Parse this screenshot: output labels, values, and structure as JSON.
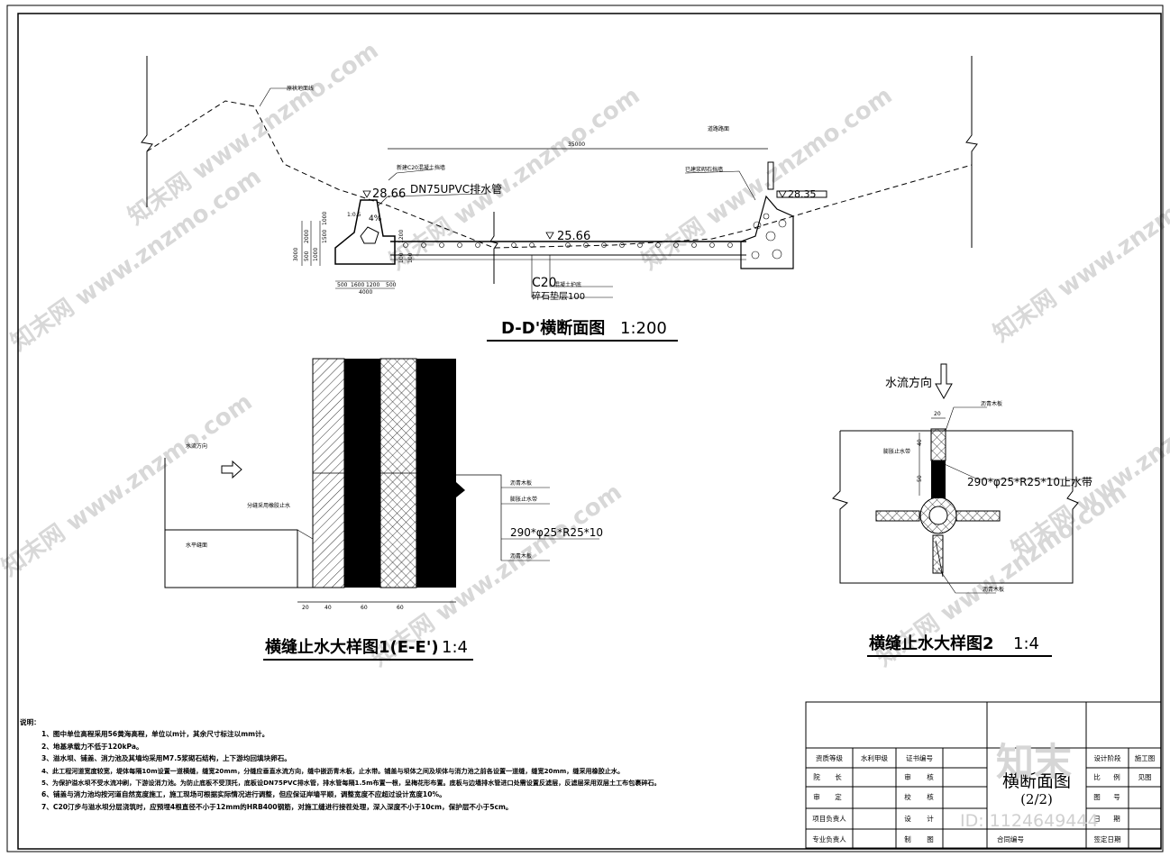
{
  "sheet": {
    "watermark_text": "知末网 www.znzmo.com",
    "id_text": "ID: 1124649444",
    "logo_text": "知末"
  },
  "section_dd": {
    "title": "D-D'横断面图",
    "scale": "1:200",
    "label_natural_ground": "原状地面线",
    "label_left_wall": "新建C20混凝土挡墙",
    "label_right_wall": "已建浆砌石挡墙",
    "label_road": "道路路面",
    "label_pipe": "DN75UPVC排水管",
    "label_slope": "1:0.5",
    "label_gradient": "4%",
    "elev_left": "28.66",
    "elev_bed": "25.66",
    "elev_right": "28.35",
    "dim_span": "35000",
    "label_c20": "C20",
    "label_c20_rest": "混凝土护底",
    "label_gravel": "碎石垫层100",
    "dims_vertical": [
      "3000",
      "2000",
      "1000",
      "500",
      "1500",
      "1000",
      "1200",
      "100",
      "100"
    ],
    "dims_bottom": [
      "500",
      "1600",
      "1200",
      "500",
      "4000"
    ]
  },
  "detail1": {
    "title": "横缝止水大样图1(E-E')",
    "scale": "1:4",
    "label_flow": "水流方向",
    "label_joint": "分缝采用橡胶止水",
    "label_horizontal": "水平缝面",
    "legend": [
      "沥青木板",
      "膨胀止水带",
      "290*φ25*R25*10",
      "沥青木板"
    ],
    "dims": [
      "20",
      "40",
      "60",
      "60"
    ]
  },
  "detail2": {
    "title": "横缝止水大样图2",
    "scale": "1:4",
    "label_flow": "水流方向",
    "label_top": "沥青木板",
    "label_left": "膨胀止水带",
    "label_mid": "290*φ25*R25*10止水带",
    "label_bottom": "沥青木板",
    "dims": [
      "20",
      "40",
      "50"
    ]
  },
  "notes": {
    "heading": "说明：",
    "items": [
      "1、图中单位高程采用56黄海高程，单位以m计，其余尺寸标注以mm计。",
      "2、地基承载力不低于120kPa。",
      "3、溢水坝、铺盖、消力池及其墙均采用M7.5浆砌石结构，上下游均回填块卵石。",
      "4、此工程河道宽度较宽，堤体每隔10m设置一道横缝，缝宽20mm，分缝应垂直水流方向，缝中嵌沥青木板，止水带。铺盖与坝体之间及坝体与消力池之前各设置一道缝，缝宽20mm，缝采用橡胶止水。",
      "5、为保护溢水坝不受水流冲刷，下游设消力池。为防止底板不受顶托，底板设DN75PVC排水管，排水管每隔1.5m布置一根，呈梅花形布置。底板与边墙排水管进口处需设置反滤层，反滤层采用双层土工布包裹碎石。",
      "6、铺盖与消力池均按河道自然宽度施工，施工现场可根据实际情况进行调整，但应保证岸墙平顺，调整宽度不应超过设计宽度10%。",
      "7、C20汀步与溢水坝分层浇筑时，应预埋4根直径不小于12mm的HRB400钢筋，对施工缝进行接茬处理，深入深度不小于10cm，保护层不小于5cm。"
    ]
  },
  "title_block": {
    "r1": [
      "资质等级",
      "水利甲级",
      "证书编号",
      "",
      "设计阶段",
      "施工图"
    ],
    "r2": [
      "院",
      "长",
      "",
      "审",
      "核",
      "",
      "比",
      "例",
      "见图"
    ],
    "r3": [
      "审",
      "定",
      "",
      "校",
      "核",
      "",
      "图",
      "号",
      ""
    ],
    "r4": [
      "项目负责人",
      "",
      "设",
      "计",
      "",
      "日",
      "期",
      ""
    ],
    "r5": [
      "专业负责人",
      "",
      "制",
      "图",
      "合同编号",
      "",
      "签定日期",
      ""
    ],
    "drawing_name": "横断面图",
    "drawing_sub": "(2/2)"
  }
}
